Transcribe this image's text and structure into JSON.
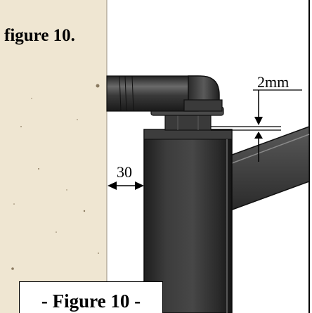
{
  "figure_label": "figure 10.",
  "caption": "- Figure 10 -",
  "dimensions": {
    "gap_label": "2mm",
    "clearance_label": "30"
  },
  "colors": {
    "wall": "#efe6d2",
    "metal_dark": "#2c2c2c",
    "metal_mid": "#4a4a4a",
    "metal_light": "#7a7a7a"
  }
}
